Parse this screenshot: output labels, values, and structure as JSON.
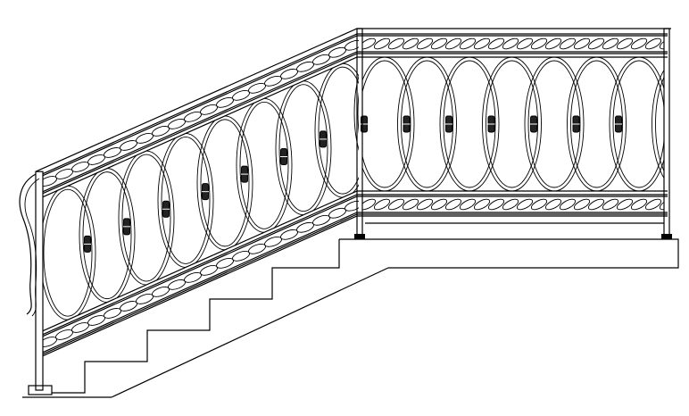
{
  "drawing": {
    "stroke": "#000000",
    "knot_fill": "#222222",
    "background": "#ffffff",
    "sloped_oval_count": 9,
    "flat_oval_count": 8,
    "stair_steps": 5
  }
}
